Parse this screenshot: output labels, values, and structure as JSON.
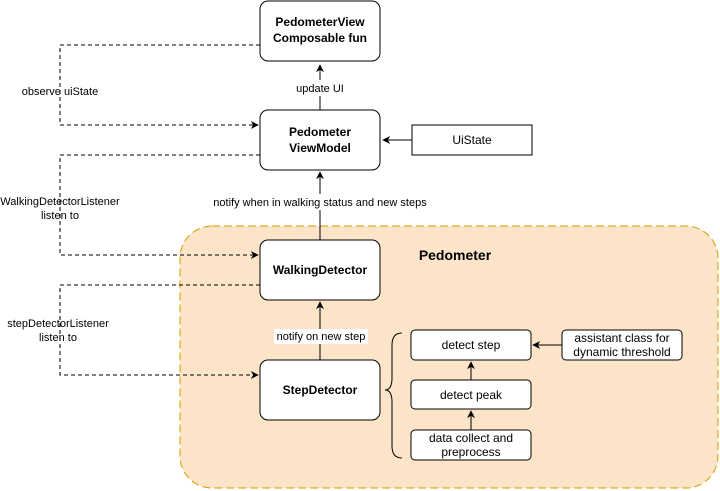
{
  "group": {
    "title": "Pedometer",
    "fill": "#fce4c8",
    "stroke": "#d79b00"
  },
  "nodes": {
    "pedometer_view": {
      "line1": "PedometerView",
      "line2": "Composable fun"
    },
    "viewmodel": {
      "line1": "Pedometer",
      "line2": "ViewModel"
    },
    "uistate": {
      "label": "UiState"
    },
    "walking_detector": {
      "label": "WalkingDetector"
    },
    "step_detector": {
      "label": "StepDetector"
    },
    "detect_step": {
      "label": "detect step"
    },
    "detect_peak": {
      "label": "detect peak"
    },
    "data_collect": {
      "line1": "data collect and",
      "line2": "preprocess"
    },
    "assistant": {
      "line1": "assistant class for",
      "line2": "dynamic threshold"
    }
  },
  "edge_labels": {
    "update_ui": "update UI",
    "observe": "observe uiState",
    "notify_walking": "notify when in walking status and new steps",
    "walking_listener_1": "WalkingDetectorListener",
    "walking_listener_2": "listen to",
    "notify_step": "notify on new step",
    "step_listener_1": "stepDetectorListener",
    "step_listener_2": "listen to"
  }
}
